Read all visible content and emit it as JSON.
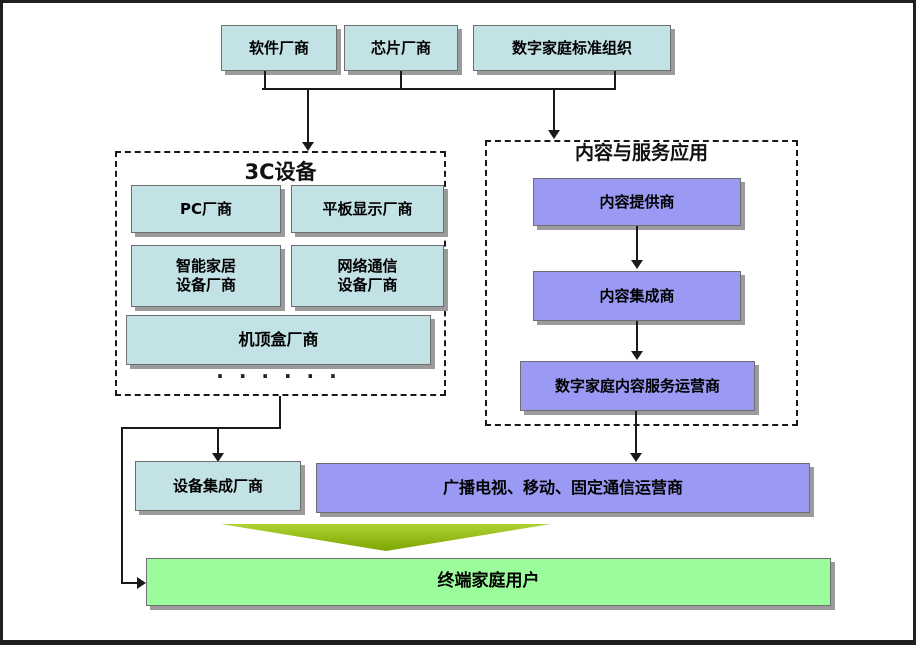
{
  "colors": {
    "teal_box": "#c3e2e6",
    "purple_box": "#9a99f3",
    "green_box": "#9bfc9b",
    "merge_arrow_top": "#aed234",
    "merge_arrow_bottom": "#7ca600",
    "line": "#1a1a1a"
  },
  "top_row": {
    "software_vendor": "软件厂商",
    "chip_vendor": "芯片厂商",
    "standards_org": "数字家庭标准组织"
  },
  "devices_group": {
    "title": "3C设备",
    "pc_vendor": "PC厂商",
    "flat_panel_vendor": "平板显示厂商",
    "smart_home_vendor": {
      "lines": [
        "智能家居",
        "设备厂商"
      ]
    },
    "network_comm_vendor": {
      "lines": [
        "网络通信",
        "设备厂商"
      ]
    },
    "stb_vendor": "机顶盒厂商",
    "ellipsis": "· · ·  · · ·"
  },
  "content_group": {
    "title": "内容与服务应用",
    "content_provider": "内容提供商",
    "content_integrator": "内容集成商",
    "content_service_operator": "数字家庭内容服务运营商"
  },
  "bottom_row": {
    "device_integrator": "设备集成厂商",
    "network_operators": "广播电视、移动、固定通信运营商",
    "end_users": "终端家庭用户"
  }
}
